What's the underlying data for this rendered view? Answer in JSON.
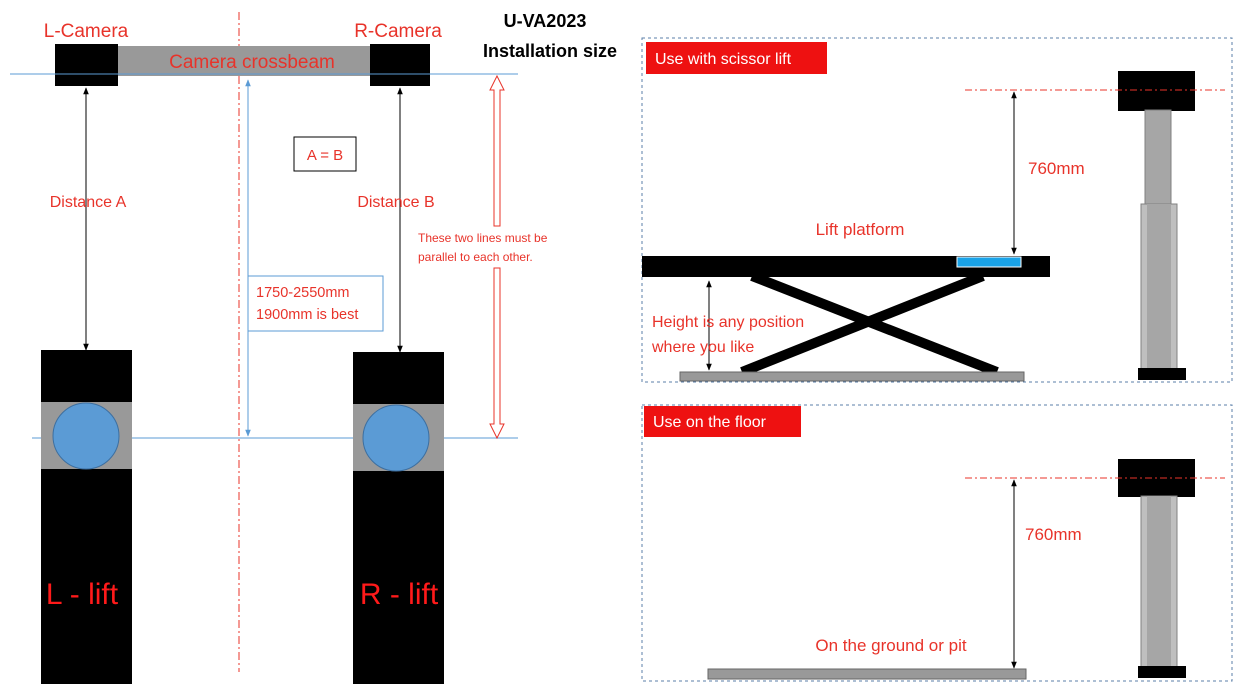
{
  "title_line1": "U-VA2023",
  "title_line2": "Installation size",
  "left": {
    "l_camera": "L-Camera",
    "r_camera": "R-Camera",
    "crossbeam": "Camera crossbeam",
    "a_eq_b": "A = B",
    "distance_a": "Distance A",
    "distance_b": "Distance B",
    "parallel_note_1": "These two  lines must be",
    "parallel_note_2": "parallel to each other.",
    "range_line1": "1750-2550mm",
    "range_line2": "1900mm is best",
    "l_lift": "L - lift",
    "r_lift": "R - lift"
  },
  "scissor": {
    "badge": "Use with scissor lift",
    "height_760": "760mm",
    "lift_platform": "Lift platform",
    "height_note_1": "Height is any position",
    "height_note_2": "where you like"
  },
  "floor": {
    "badge": "Use on the floor",
    "height_760": "760mm",
    "ground_note": "On the ground or pit"
  },
  "colors": {
    "red_text": "#e8332a",
    "badge_red": "#ee1111",
    "guide_blue": "#5b9bd5",
    "wheel_blue": "#5b9bd5",
    "gray": "#999999",
    "platform_blue": "#1aa3e8"
  }
}
